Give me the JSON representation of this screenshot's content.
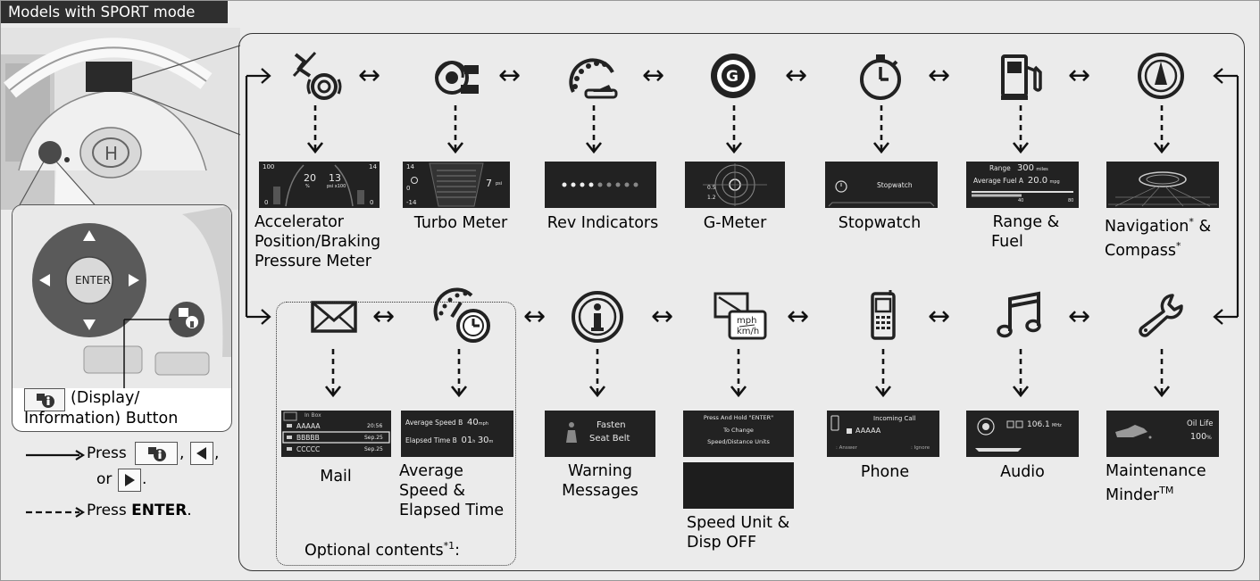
{
  "header": {
    "title": "Models with SPORT mode"
  },
  "top_row": [
    {
      "icon": "accelerator-brake-icon",
      "label_lines": [
        "Accelerator",
        "Position/Braking",
        "Pressure Meter"
      ]
    },
    {
      "icon": "turbo-icon",
      "label_lines": [
        "Turbo Meter"
      ]
    },
    {
      "icon": "rev-indicator-icon",
      "label_lines": [
        "Rev Indicators"
      ]
    },
    {
      "icon": "g-meter-icon",
      "label_lines": [
        "G-Meter"
      ]
    },
    {
      "icon": "stopwatch-icon",
      "label_lines": [
        "Stopwatch"
      ]
    },
    {
      "icon": "fuel-pump-icon",
      "label_lines": [
        "Range &",
        "Fuel"
      ]
    },
    {
      "icon": "compass-icon",
      "label_lines": [
        "Navigation",
        "Compass"
      ],
      "label_marks": [
        "*",
        "*"
      ],
      "label_suffix": " &"
    }
  ],
  "bottom_row": [
    {
      "icon": "mail-icon",
      "label_lines": [
        "Mail"
      ]
    },
    {
      "icon": "speed-time-icon",
      "label_lines": [
        "Average",
        "Speed &",
        "Elapsed Time"
      ]
    },
    {
      "icon": "info-icon",
      "label_lines": [
        "Warning",
        "Messages"
      ]
    },
    {
      "icon": "speed-unit-icon",
      "label_lines": [
        "Speed Unit &",
        "Disp OFF"
      ]
    },
    {
      "icon": "phone-icon",
      "label_lines": [
        "Phone"
      ]
    },
    {
      "icon": "music-note-icon",
      "label_lines": [
        "Audio"
      ]
    },
    {
      "icon": "wrench-icon",
      "label_lines": [
        "Maintenance",
        "Minder"
      ],
      "label_trademark": "TM"
    }
  ],
  "screens": {
    "accelerator": {
      "top_left": "100",
      "value1": "20",
      "value2": "13",
      "unit1": "%",
      "unit2": "psi x100",
      "top_right": "14",
      "bottom_left": "0",
      "bottom_right": "0"
    },
    "turbo": {
      "top": "14",
      "mid": "0",
      "bottom": "-14",
      "value": "7",
      "unit": "psi"
    },
    "gmeter": {
      "tick_top": "0.5",
      "tick_bottom": "1.2"
    },
    "stopwatch": {
      "text": "Stopwatch"
    },
    "range": {
      "line1_label": "Range",
      "line1_value": "300",
      "line1_unit": "miles",
      "line2_label": "Average Fuel A",
      "line2_value": "20.0",
      "line2_unit": "mpg",
      "scale_mid": "40",
      "scale_right": "80"
    },
    "mail": {
      "header": "In Box",
      "rows": [
        {
          "name": "AAAAA",
          "date": "20:56"
        },
        {
          "name": "BBBBB",
          "date": "Sep.25"
        },
        {
          "name": "CCCCC",
          "date": "Sep.25"
        }
      ]
    },
    "avgspeed": {
      "line1_label": "Average Speed B",
      "line1_value": "40",
      "line1_unit": "mph",
      "line2_label": "Elapsed Time B",
      "line2_value": "01",
      "line2_unit1": "h",
      "line2_value2": "30",
      "line2_unit2": "m"
    },
    "warning": {
      "line1": "Fasten",
      "line2": "Seat Belt"
    },
    "speedunit": {
      "line1": "Press And Hold \"ENTER\"",
      "line2": "To Change",
      "line3": "Speed/Distance Units"
    },
    "phone": {
      "title": "Incoming Call",
      "caller": "AAAAA",
      "answer": ": Answer",
      "ignore": ": Ignore"
    },
    "audio": {
      "freq": "106.1",
      "unit": "MHz"
    },
    "maintenance": {
      "line1": "Oil Life",
      "value": "100",
      "unit": "%"
    }
  },
  "callout": {
    "enter_label": "ENTER",
    "button_caption_line1": "(Display/",
    "button_caption_line2": "Information) Button"
  },
  "legend": {
    "press_label": "Press",
    "comma": ",",
    "or_label": "or",
    "period": ".",
    "press2_label": "Press",
    "enter_label": "ENTER",
    "enter_period": "."
  },
  "optional": {
    "label": "Optional contents",
    "mark": "*1",
    "colon": ":"
  },
  "icon_arrow": "↔"
}
